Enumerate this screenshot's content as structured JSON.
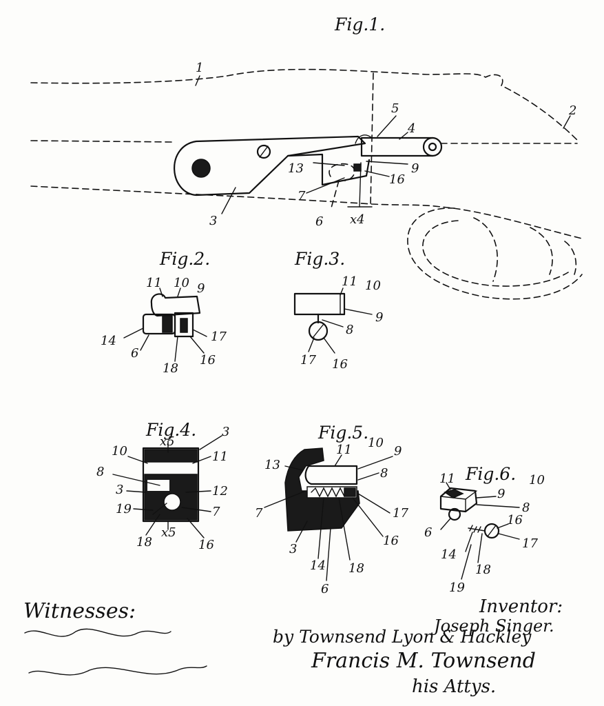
{
  "figures": {
    "fig1": "Fig.1.",
    "fig2": "Fig.2.",
    "fig3": "Fig.3.",
    "fig4": "Fig.4.",
    "fig5": "Fig.5.",
    "fig6": "Fig.6."
  },
  "fig1_labels": {
    "n1": "1",
    "n2": "2",
    "n3": "3",
    "n4": "4",
    "n5": "5",
    "n6": "6",
    "n7": "7",
    "n9": "9",
    "n13": "13",
    "n16": "16",
    "x4": "x4"
  },
  "fig2_labels": {
    "n11": "11",
    "n10": "10",
    "n9": "9",
    "n14": "14",
    "n6": "6",
    "n17": "17",
    "n18": "18",
    "n16": "16"
  },
  "fig3_labels": {
    "n11": "11",
    "n10": "10",
    "n9": "9",
    "n8": "8",
    "n17": "17",
    "n16": "16"
  },
  "fig4_labels": {
    "x5top": "x5",
    "n3top": "3",
    "n10": "10",
    "n11": "11",
    "n8": "8",
    "n3": "3",
    "n12": "12",
    "n19": "19",
    "n7": "7",
    "n18": "18",
    "x5bottom": "x5",
    "n16": "16"
  },
  "fig5_labels": {
    "n13": "13",
    "n11": "11",
    "n10": "10",
    "n9": "9",
    "n8": "8",
    "n7": "7",
    "n17": "17",
    "n16": "16",
    "n3": "3",
    "n14": "14",
    "n18": "18",
    "n6": "6"
  },
  "fig6_labels": {
    "n11": "11",
    "n10": "10",
    "n9": "9",
    "n8": "8",
    "n6": "6",
    "n16": "16",
    "n17": "17",
    "n14": "14",
    "n18": "18",
    "n19": "19"
  },
  "footer": {
    "witnesses_label": "Witnesses:",
    "inventor_label": "Inventor:",
    "inventor_name": "Joseph Singer.",
    "attorneys_line": "by Townsend Lyon & Hackley",
    "attorney_name": "Francis M. Townsend",
    "his_attys": "his Attys."
  }
}
